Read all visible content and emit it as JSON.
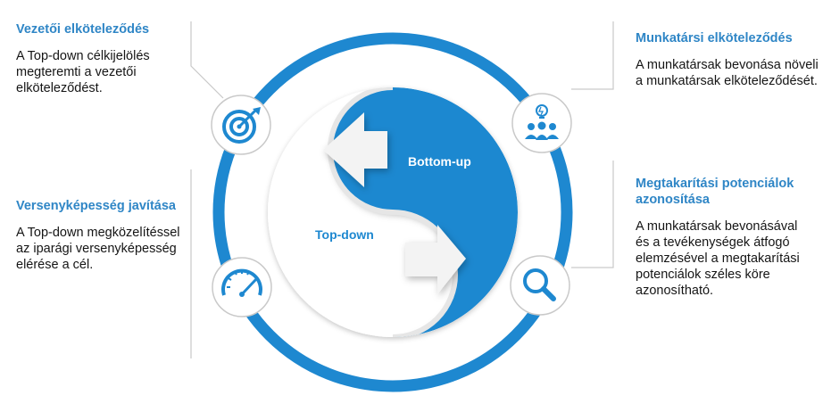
{
  "top_left": {
    "title": "Vezetői elköteleződés",
    "text": "A Top-down célkijelölés megteremti a vezetői elköteleződést."
  },
  "bottom_left": {
    "title": "Versenyképesség javítása",
    "text": "A Top-down megközelítéssel az iparági versenyképesség elérése a cél."
  },
  "top_right": {
    "title": "Munkatársi elköteleződés",
    "text": "A munkatársak bevonása növeli a munkatársak elköteleződését."
  },
  "bottom_right": {
    "title": "Megtakarítási potenciálok azonosítása",
    "text": "A munkatársak bevonásával és a tevékenységek átfogó elemzésével a megtakarítási potenciálok széles köre azonosítható."
  },
  "center": {
    "bottom_up": "Bottom-up",
    "top_down": "Top-down"
  },
  "colors": {
    "accent": "#1e88d0",
    "title_blue": "#2f86c6",
    "connector": "#c9c9c9"
  },
  "icons": [
    "target-icon",
    "speedometer-icon",
    "team-idea-icon",
    "magnifier-icon"
  ]
}
